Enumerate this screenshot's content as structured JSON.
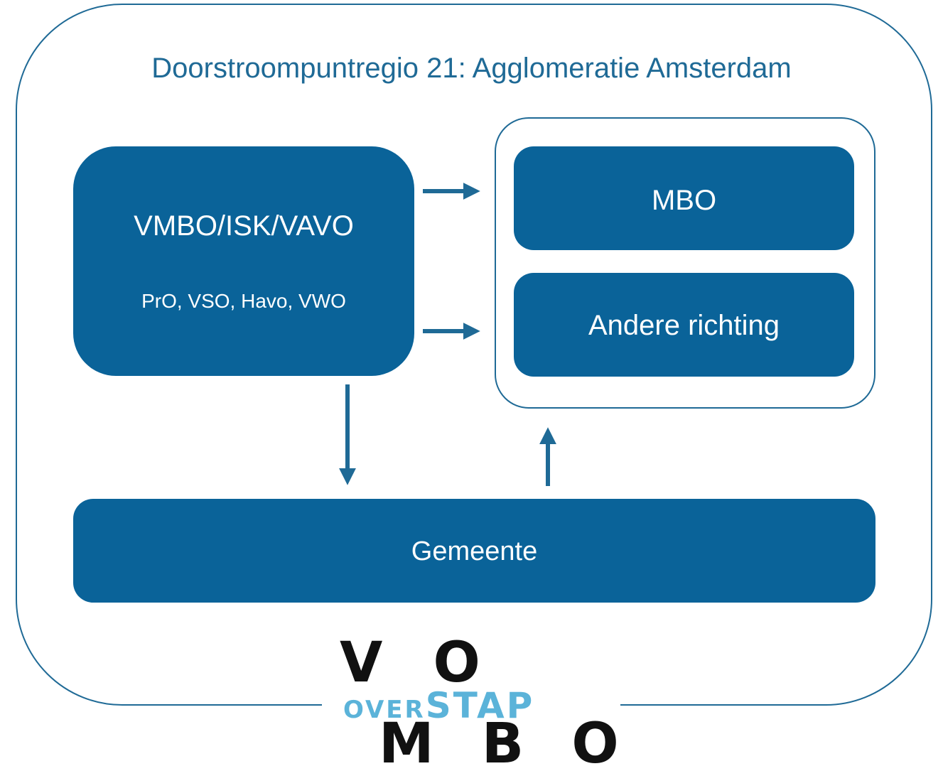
{
  "title": "Doorstroompuntregio 21: Agglomeratie Amsterdam",
  "nodes": {
    "source": {
      "title": "VMBO/ISK/VAVO",
      "subtitle": "PrO, VSO, Havo, VWO"
    },
    "mbo": {
      "label": "MBO"
    },
    "other": {
      "label": "Andere richting"
    },
    "municipality": {
      "label": "Gemeente"
    }
  },
  "edges": [
    {
      "from": "source",
      "to": "mbo"
    },
    {
      "from": "source",
      "to": "other"
    },
    {
      "from": "source",
      "to": "municipality"
    },
    {
      "from": "municipality",
      "to": "destination-group"
    }
  ],
  "logo": {
    "top": "V O",
    "middle_small": "OVER",
    "middle_large": "STAP",
    "bottom": "M B O"
  },
  "colors": {
    "primary": "#0a6399",
    "frame": "#1f6a96",
    "logo_accent": "#5bb3d9",
    "logo_dark": "#111111"
  }
}
